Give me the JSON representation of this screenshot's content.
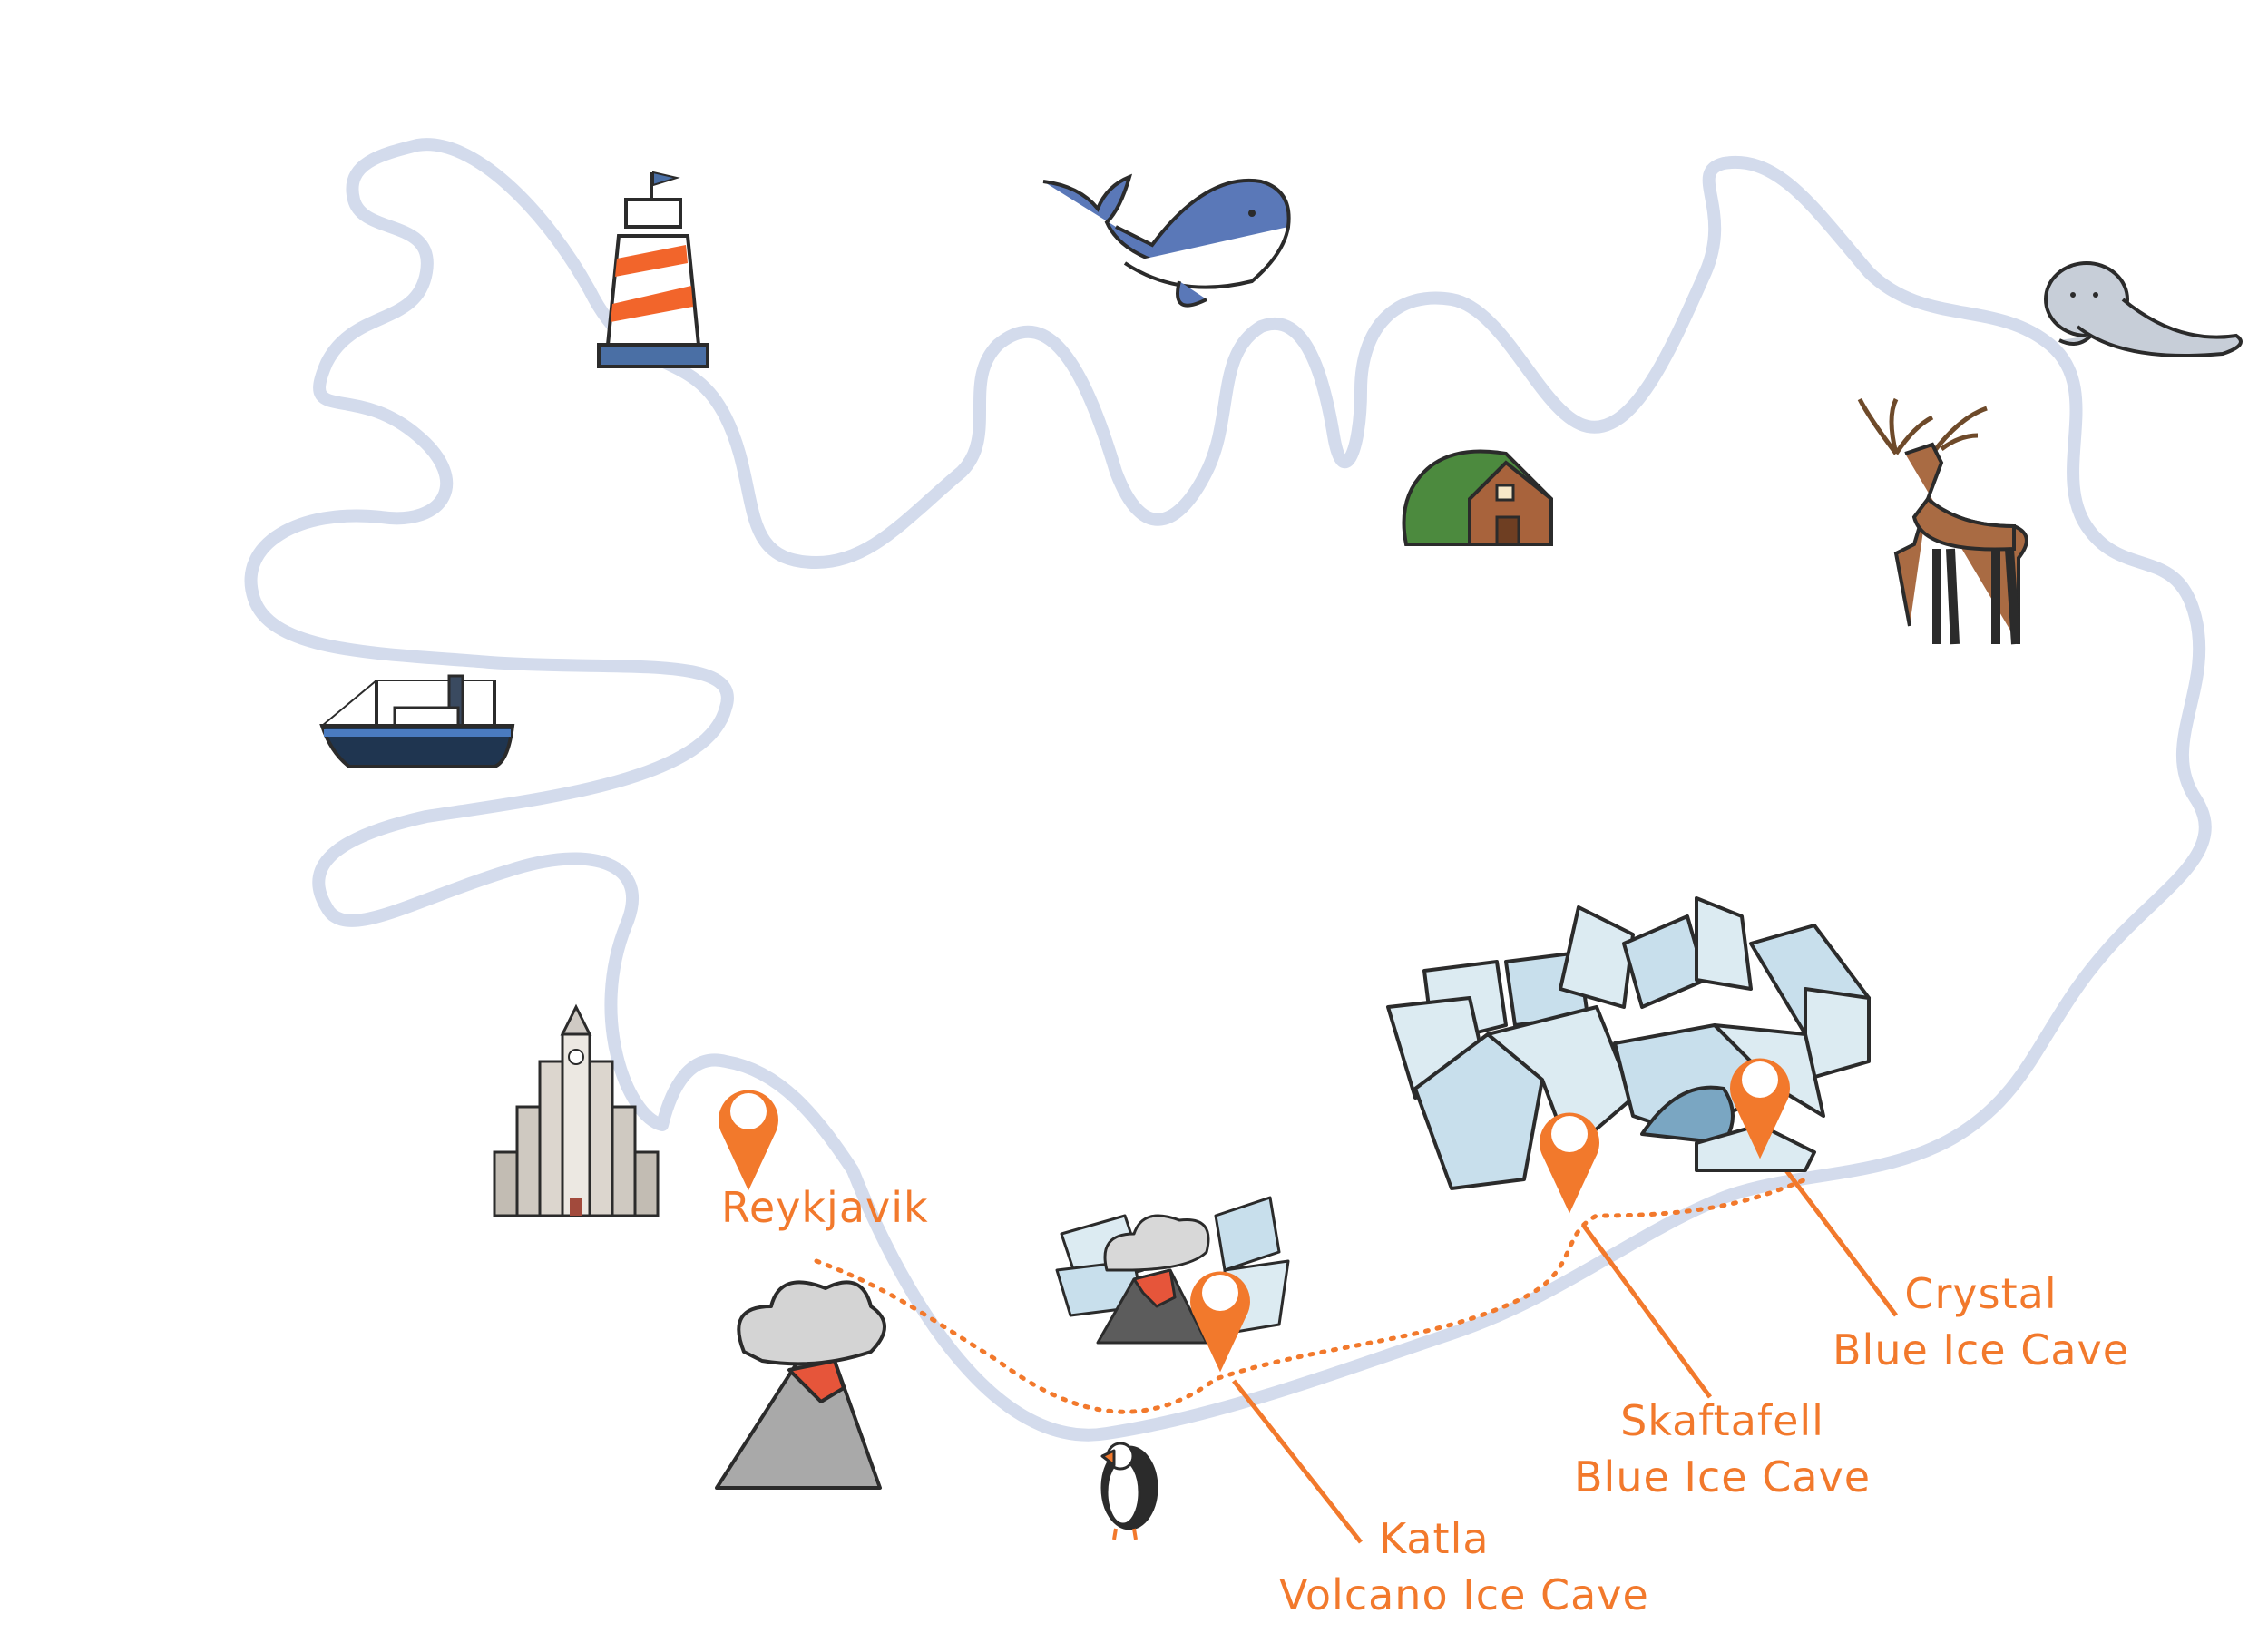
{
  "colors": {
    "coastline": "#d3dbec",
    "route": "#f2792c",
    "ice": "#dcebf2",
    "ice_dark": "#9cc2d6",
    "outline": "#2b2b2b"
  },
  "landmarks": [
    {
      "name": "lighthouse-icon"
    },
    {
      "name": "whale-icon"
    },
    {
      "name": "seal-icon"
    },
    {
      "name": "turf-house-icon"
    },
    {
      "name": "reindeer-icon"
    },
    {
      "name": "boat-icon"
    },
    {
      "name": "church-icon"
    },
    {
      "name": "glacier-icon"
    },
    {
      "name": "small-glacier-volcano-icon"
    },
    {
      "name": "volcano-icon"
    },
    {
      "name": "puffin-icon"
    }
  ],
  "locations": {
    "reykjavik": {
      "label": "Reykjavik"
    },
    "katla": {
      "line1": "Katla",
      "line2": "Volcano Ice Cave"
    },
    "skaftafell": {
      "line1": "Skaftafell",
      "line2": "Blue Ice Cave"
    },
    "crystal": {
      "line1": "Crystal",
      "line2": "Blue Ice Cave"
    }
  }
}
